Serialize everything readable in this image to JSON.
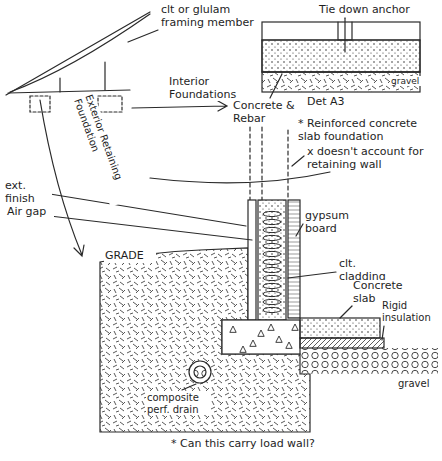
{
  "diagram": {
    "labels": [
      "clt or glulam framing member",
      "Tie down anchor",
      "Interior Foundations",
      "Concrete & Rebar",
      "Det A3",
      "gravel",
      "* Reinforced concrete slab foundation",
      "Exterior Retaining Foundation",
      "x doesn't account for retaining wall",
      "ext. finish",
      "Air gap",
      "gypsum board",
      "GRADE",
      "clt. cladding",
      "Concrete slab",
      "Rigid insulation",
      "gravel",
      "composite perf. drain",
      "* Can this carry load wall?"
    ]
  }
}
